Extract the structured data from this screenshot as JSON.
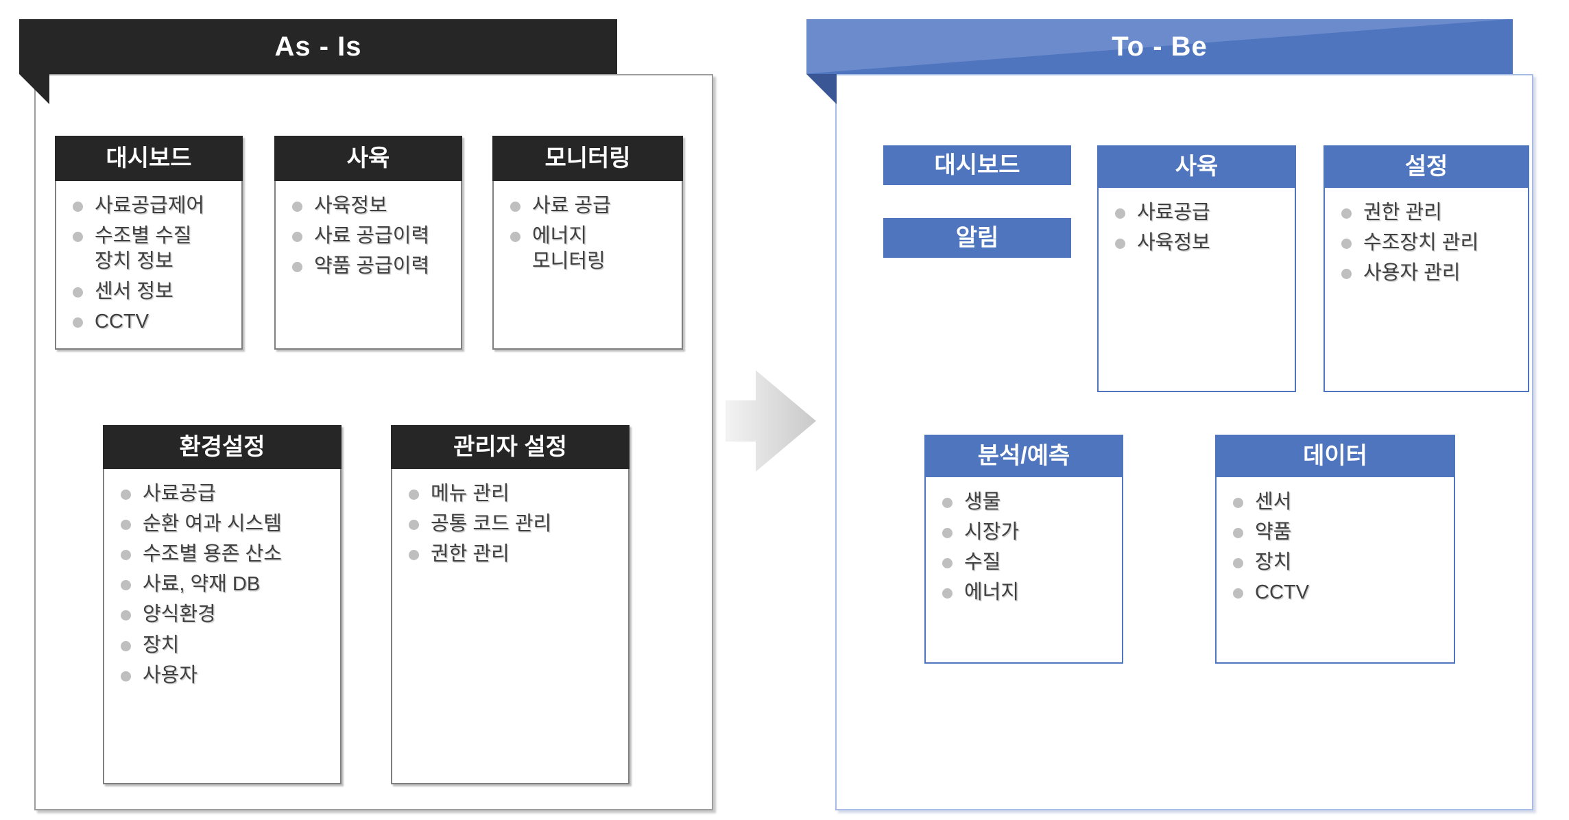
{
  "diagram": {
    "type": "as-is-to-be-comparison",
    "arrow_label": "transition-arrow"
  },
  "colors": {
    "as_is_accent": "#262626",
    "to_be_accent": "#4F75BF",
    "to_be_accent_light": "#6B8BCD",
    "to_be_fold": "#3B5694",
    "bullet": "#BFBFBF",
    "list_text": "#404040",
    "as_is_border": "#7F7F7F",
    "to_be_border": "#A7BCE5"
  },
  "as_is": {
    "title": "As - Is",
    "cards": [
      {
        "title": "대시보드",
        "items": [
          "사료공급제어",
          "수조별 수질\n장치 정보",
          "센서 정보",
          "CCTV"
        ]
      },
      {
        "title": "사육",
        "items": [
          "사육정보",
          "사료 공급이력",
          "약품 공급이력"
        ]
      },
      {
        "title": "모니터링",
        "items": [
          "사료 공급",
          "에너지\n모니터링"
        ]
      },
      {
        "title": "환경설정",
        "items": [
          "사료공급",
          "순환 여과 시스템",
          "수조별 용존 산소",
          "사료, 약재 DB",
          "양식환경",
          "장치",
          "사용자"
        ]
      },
      {
        "title": "관리자 설정",
        "items": [
          "메뉴 관리",
          "공통 코드 관리",
          "권한 관리"
        ]
      }
    ]
  },
  "to_be": {
    "title": "To - Be",
    "labels": [
      {
        "title": "대시보드"
      },
      {
        "title": "알림"
      }
    ],
    "cards": [
      {
        "title": "사육",
        "items": [
          "사료공급",
          "사육정보"
        ]
      },
      {
        "title": "설정",
        "items": [
          "권한 관리",
          "수조장치 관리",
          "사용자 관리"
        ]
      },
      {
        "title": "분석/예측",
        "items": [
          "생물",
          "시장가",
          "수질",
          "에너지"
        ]
      },
      {
        "title": "데이터",
        "items": [
          "센서",
          "약품",
          "장치",
          "CCTV"
        ]
      }
    ]
  }
}
